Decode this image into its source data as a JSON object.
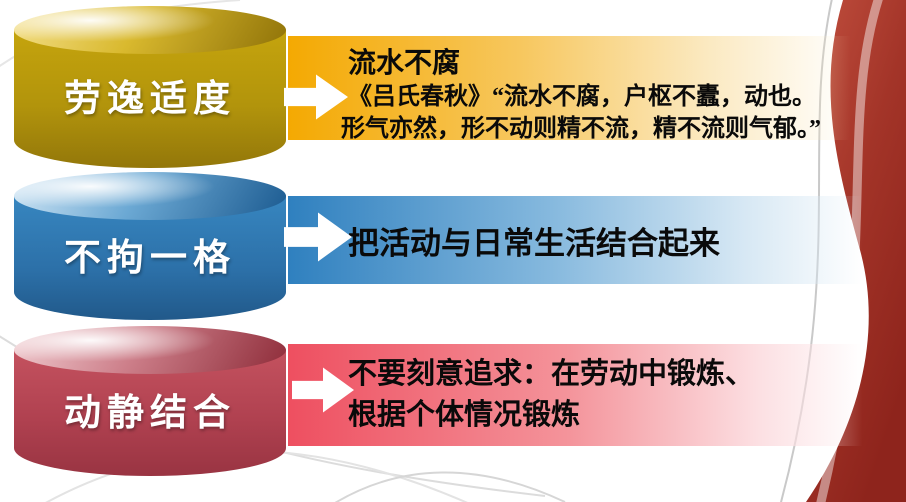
{
  "slide": {
    "cylinders": [
      {
        "label": "劳逸适度"
      },
      {
        "label": "不拘一格"
      },
      {
        "label": "动静结合"
      }
    ],
    "banners": [
      {
        "title": "流水不腐",
        "line1": "《吕氏春秋》“流水不腐，户枢不蠹，动也。",
        "line2": "形气亦然，形不动则精不流，精不流则气郁。”"
      },
      {
        "text": "把活动与日常生活结合起来"
      },
      {
        "line1": "不要刻意追求：在劳动中锻炼、",
        "line2": "根据个体情况锻炼"
      }
    ],
    "colors": {
      "cylinder_gold": "#b8960c",
      "cylinder_blue": "#2e79b4",
      "cylinder_red": "#bb4a58",
      "banner_gold": "#f4a902",
      "banner_blue": "#2f80bf",
      "banner_red": "#ee4f60",
      "swoosh_red": "#a8372c",
      "arrow_white": "#ffffff",
      "text_black": "#0a0a0a"
    }
  }
}
